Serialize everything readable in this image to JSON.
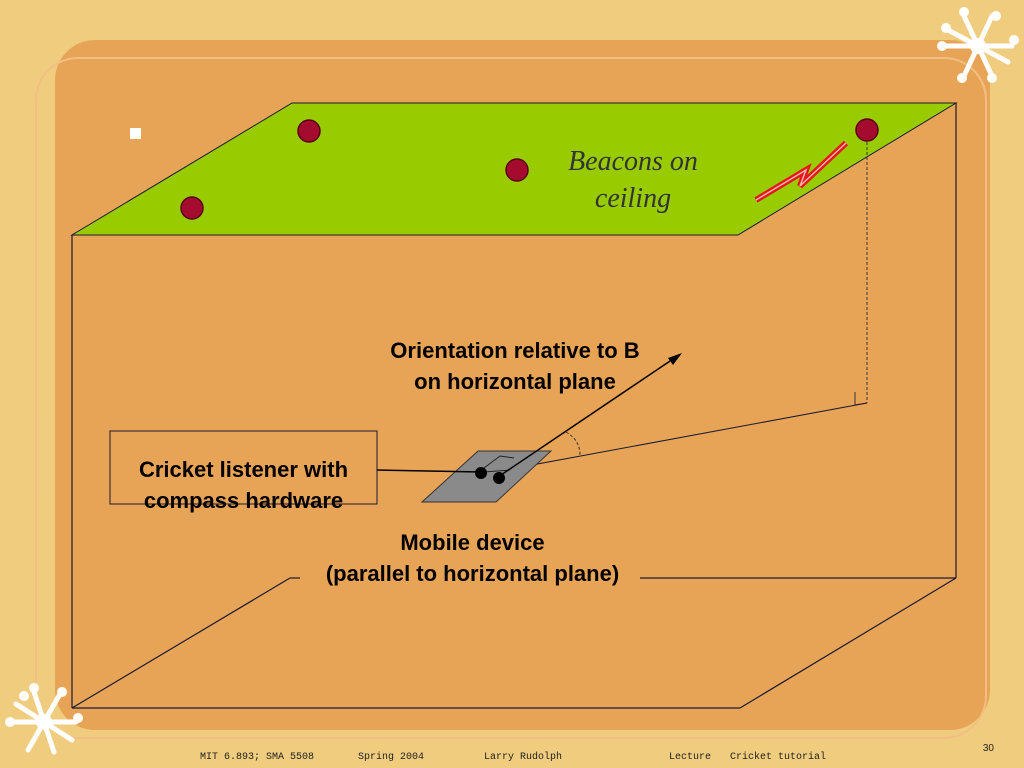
{
  "labels": {
    "beacons": [
      "Beacons on",
      "ceiling"
    ],
    "orientation": [
      "Orientation relative to B",
      "on horizontal plane"
    ],
    "listener": [
      "Cricket listener with",
      "compass hardware"
    ],
    "mobile": [
      "Mobile device",
      "(parallel to horizontal plane)"
    ]
  },
  "footer": {
    "course": "MIT 6.893; SMA 5508",
    "term": "Spring 2004",
    "author": "Larry Rudolph",
    "type": "Lecture",
    "topic": "Cricket tutorial",
    "page": "30"
  },
  "icons": {
    "starburst": "starburst-icon",
    "bullet": "square-bullet-icon",
    "signal": "lightning-signal-icon",
    "beacon": "beacon-dot-icon"
  },
  "colors": {
    "background": "#F0CC7E",
    "panel": "#E8A456",
    "panel_outline": "#F3BE83",
    "ceiling": "#99CC00",
    "beacon": "#A50B2E",
    "signal": "#E8141B",
    "device": "#8A8A8A"
  }
}
